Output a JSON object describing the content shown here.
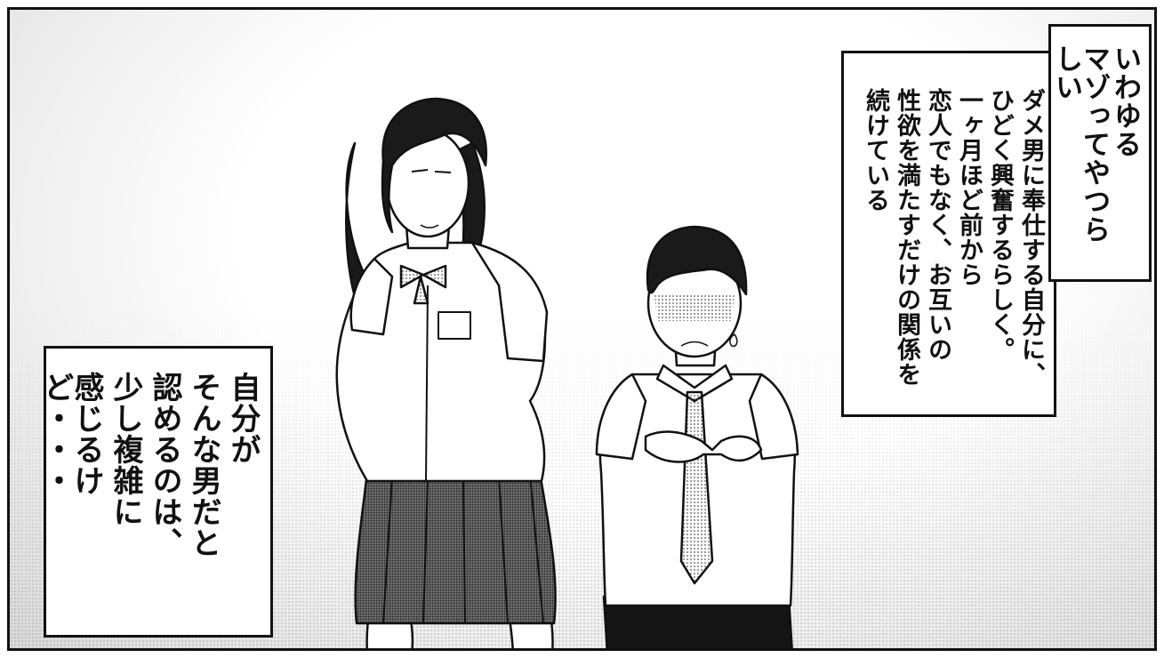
{
  "caption_top_right": {
    "lines": [
      "いわゆる",
      "マゾってやつらしい"
    ]
  },
  "caption_top_right_lower": {
    "lines": [
      "ダメ男に奉仕する自分に、",
      "ひどく興奮するらしく。",
      "一ヶ月ほど前から",
      "恋人でもなく、お互いの",
      "性欲を満たすだけの関係を",
      "続けている"
    ]
  },
  "caption_left": {
    "lines": [
      "自分が",
      "そんな男だと",
      "認めるのは、",
      "少し複雑に",
      "感じるけど・・・"
    ]
  },
  "colors": {
    "ink": "#111111",
    "paper": "#ffffff",
    "tone": "#bbbbbb"
  }
}
